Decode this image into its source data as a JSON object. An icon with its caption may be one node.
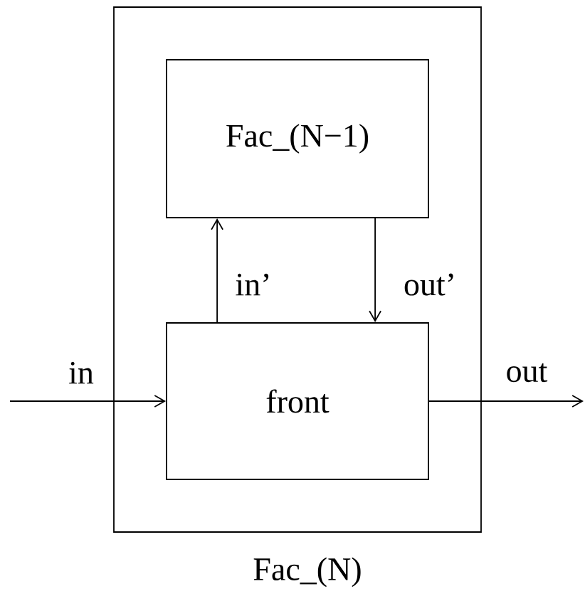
{
  "diagram": {
    "nodes": [
      {
        "text": [
          "Fac_(N)"
        ]
      },
      {
        "text": [
          "Fac_(N−1)"
        ],
        "in": 0
      },
      {
        "text": [
          "front"
        ],
        "in": 0
      }
    ],
    "edges": [
      {
        "from": null,
        "to": 2,
        "arrow": "to",
        "label": "in"
      },
      {
        "from": 2,
        "to": 1,
        "arrow": "to",
        "label": "in’"
      },
      {
        "from": 1,
        "to": 2,
        "arrow": "to",
        "label": "out’"
      },
      {
        "from": 2,
        "to": null,
        "arrow": "to",
        "label": "out"
      }
    ]
  }
}
